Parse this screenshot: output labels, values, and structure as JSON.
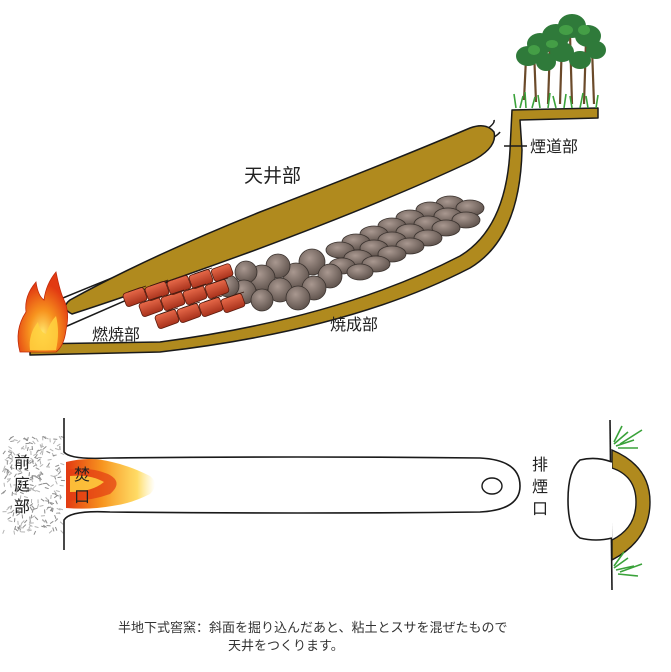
{
  "labels": {
    "ceiling": "天井部",
    "flue": "煙道部",
    "combustion": "燃焼部",
    "firing": "焼成部",
    "front_yard": [
      "前",
      "庭",
      "部"
    ],
    "stoke_hole": [
      "焚",
      "口"
    ],
    "exhaust": [
      "排",
      "煙",
      "口"
    ]
  },
  "caption": {
    "line1": "半地下式窖窯：斜面を掘り込んだあと、粘土とスサを混ぜたもので",
    "line2": "天井をつくります。"
  },
  "colors": {
    "clay": "#b08a1e",
    "clay_dark": "#6b5210",
    "outline": "#1a1a1a",
    "fire_red": "#e23a12",
    "fire_orange": "#f7931e",
    "fire_yellow": "#ffd23f",
    "pot_red": "#d2543a",
    "pot_gray": "#8a7a72",
    "pot_dark": "#5c504a",
    "grass": "#3aa23a",
    "tree_trunk": "#6b4a2a",
    "tree_leaf": "#2f7a3a"
  },
  "icons": [
    "fire-icon",
    "tree-icon",
    "grass-icon",
    "pottery-icon",
    "ash-pile-icon"
  ]
}
